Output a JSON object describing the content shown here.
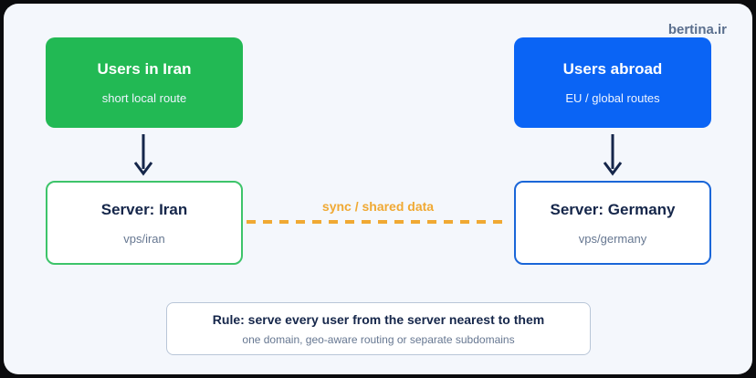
{
  "brand": "bertina.ir",
  "users_iran": {
    "title": "Users in Iran",
    "subtitle": "short local route"
  },
  "users_abroad": {
    "title": "Users abroad",
    "subtitle": "EU / global routes"
  },
  "server_iran": {
    "title": "Server: Iran",
    "subtitle": "vps/iran"
  },
  "server_germany": {
    "title": "Server: Germany",
    "subtitle": "vps/germany"
  },
  "sync": {
    "label": "sync / shared data"
  },
  "rule": {
    "title": "Rule: serve every user from the server nearest to them",
    "subtitle": "one domain, geo-aware routing or separate subdomains"
  },
  "colors": {
    "iran_green": "#22b954",
    "abroad_blue": "#0a64f5",
    "sync_orange": "#f0a933",
    "arrow_navy": "#15264a"
  }
}
